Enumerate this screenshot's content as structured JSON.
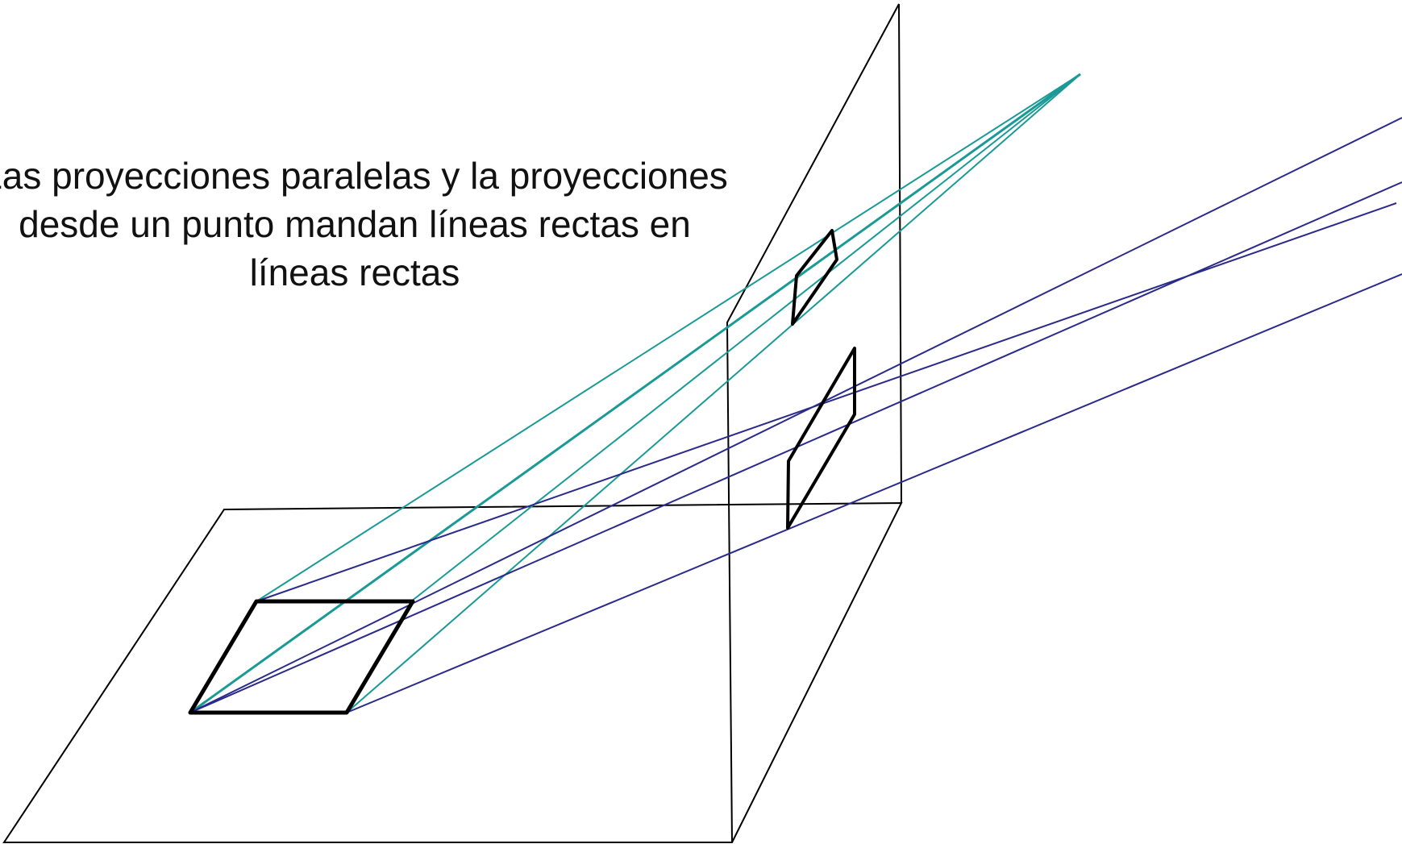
{
  "caption": {
    "line1": "Las proyecciones paralelas y la proyecciones",
    "line2": "desde un punto mandan líneas rectas en",
    "line3": "líneas rectas"
  },
  "colors": {
    "outline": "#000000",
    "point_projection": "#1a9a96",
    "parallel_projection": "#2a2a8a",
    "background": "#ffffff"
  }
}
